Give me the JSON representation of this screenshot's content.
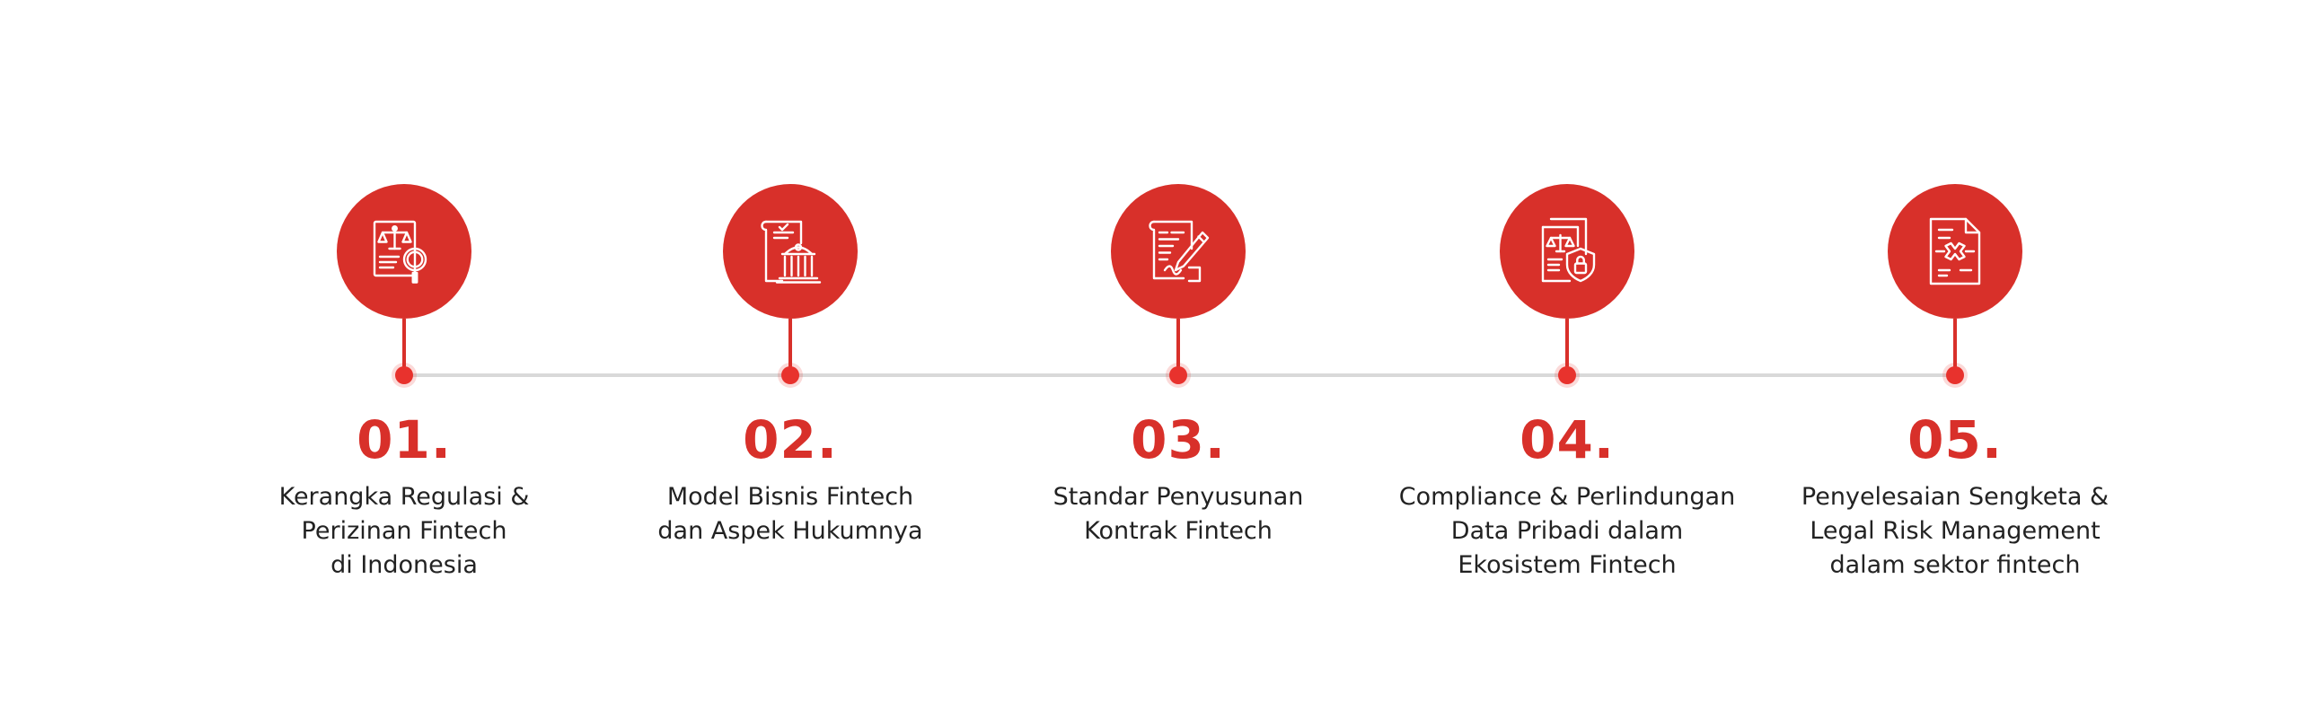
{
  "steps": [
    {
      "number": "01.",
      "lines": [
        "Kerangka Regulasi &",
        "Perizinan Fintech",
        "di Indonesia"
      ],
      "icon": "regulation-magnifier-icon"
    },
    {
      "number": "02.",
      "lines": [
        "Model Bisnis Fintech",
        "dan Aspek Hukumnya"
      ],
      "icon": "business-model-building-icon"
    },
    {
      "number": "03.",
      "lines": [
        "Standar Penyusunan",
        "Kontrak Fintech"
      ],
      "icon": "contract-drafting-icon"
    },
    {
      "number": "04.",
      "lines": [
        "Compliance & Perlindungan",
        "Data Pribadi dalam",
        "Ekosistem Fintech"
      ],
      "icon": "data-protection-lock-icon"
    },
    {
      "number": "05.",
      "lines": [
        "Penyelesaian Sengketa &",
        "Legal Risk Management",
        "dalam sektor fintech"
      ],
      "icon": "dispute-resolution-document-icon"
    }
  ],
  "colors": {
    "accent": "#d8302a",
    "line": "#d9d9d9",
    "text": "#222222"
  }
}
